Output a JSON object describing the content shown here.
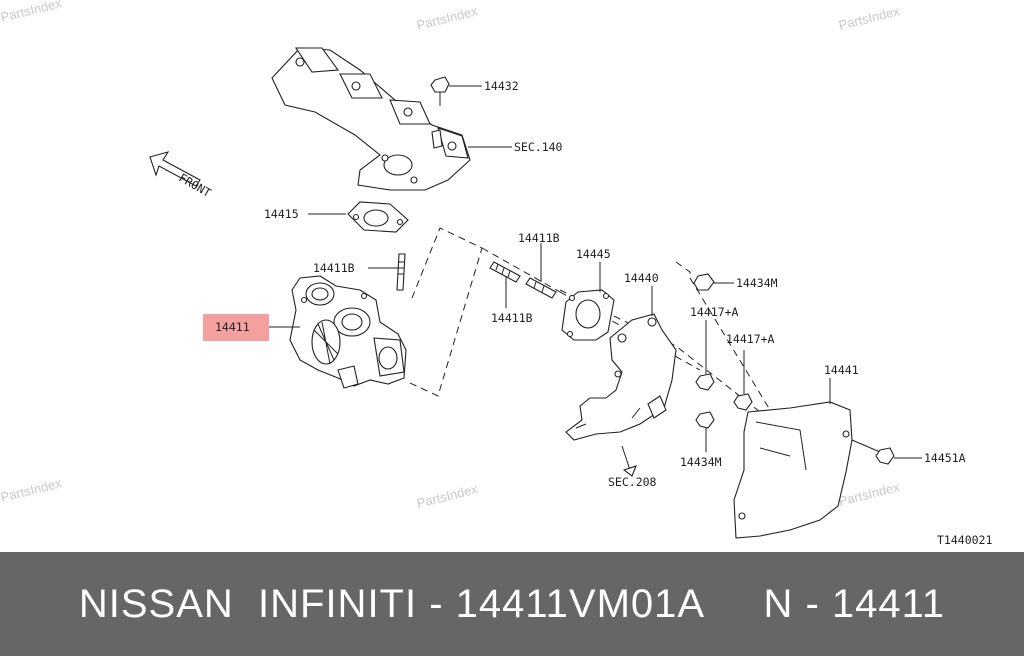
{
  "watermark": "PartsIndex",
  "diagram_code": "T1440021",
  "front_label": "FRONT",
  "highlight_color": "#f4a0a0",
  "banner": {
    "text": "NISSAN  INFINITI - 14411VM01A     N - 14411",
    "background": "#666666"
  },
  "callouts": {
    "c14432": "14432",
    "sec140": "SEC.140",
    "c14415": "14415",
    "c14411b_left": "14411B",
    "c14411": "14411",
    "c14411b_top": "14411B",
    "c14411b_bottom": "14411B",
    "c14445": "14445",
    "c14440": "14440",
    "c14434m_top": "14434M",
    "c14417a_1": "14417+A",
    "c14417a_2": "14417+A",
    "c14441": "14441",
    "c14434m_bottom": "14434M",
    "c14451a": "14451A",
    "sec208": "SEC.208"
  }
}
